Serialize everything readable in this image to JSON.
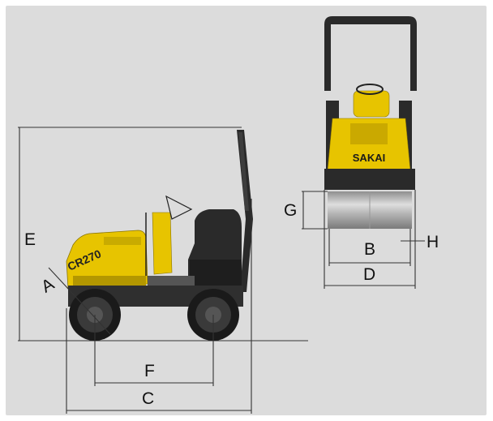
{
  "labels": {
    "A": "A",
    "B": "B",
    "C": "C",
    "D": "D",
    "E": "E",
    "F": "F",
    "G": "G",
    "H": "H"
  },
  "machine": {
    "model_text": "CR270",
    "brand_text": "SAKAI"
  },
  "colors": {
    "background": "#dcdcdc",
    "body_yellow": "#e7c400",
    "body_dark": "#2a2a2a",
    "drum_silver": "#b9b9b9"
  }
}
